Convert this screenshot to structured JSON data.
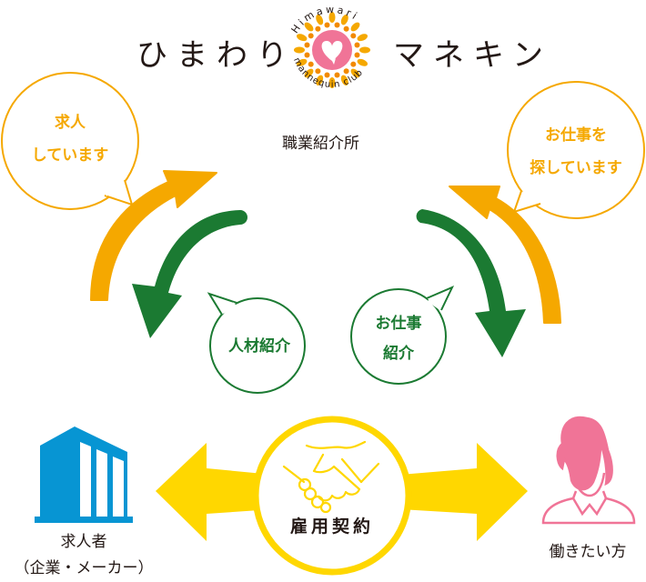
{
  "header": {
    "brand_left": "ひまわり",
    "brand_right": "マネキン",
    "logo_text_top": "Himawari",
    "logo_text_bottom": "mannequin club",
    "subtitle": "職業紹介所"
  },
  "bubbles": {
    "employer_says": [
      "求人",
      "しています"
    ],
    "worker_says": [
      "お仕事を",
      "探しています"
    ],
    "agency_to_employer": [
      "人材紹介"
    ],
    "agency_to_worker": [
      "お仕事",
      "紹介"
    ]
  },
  "center": {
    "label": "雇用契約",
    "icon": "handshake-icon"
  },
  "parties": {
    "employer": {
      "label_1": "求人者",
      "label_2": "（企業・メーカー）",
      "icon": "building-icon"
    },
    "worker": {
      "label": "働きたい方",
      "icon": "woman-icon"
    }
  },
  "colors": {
    "orange": "#f5a800",
    "green": "#1b7a32",
    "yellow": "#ffd700",
    "blue": "#0795d3",
    "pink": "#f07497",
    "text": "#231815"
  }
}
